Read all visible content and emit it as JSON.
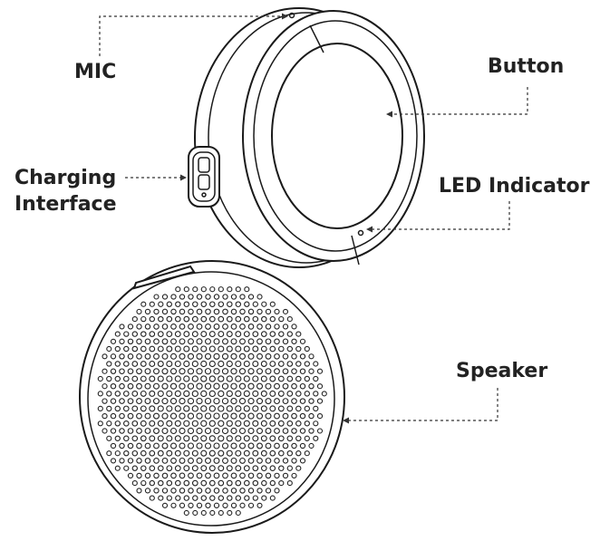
{
  "labels": {
    "mic": "MIC",
    "button": "Button",
    "charging_line1": "Charging",
    "charging_line2": "Interface",
    "led": "LED Indicator",
    "speaker": "Speaker"
  },
  "colors": {
    "line": "#1a1a1a",
    "leader": "#333333",
    "text": "#222222",
    "background": "#ffffff"
  }
}
